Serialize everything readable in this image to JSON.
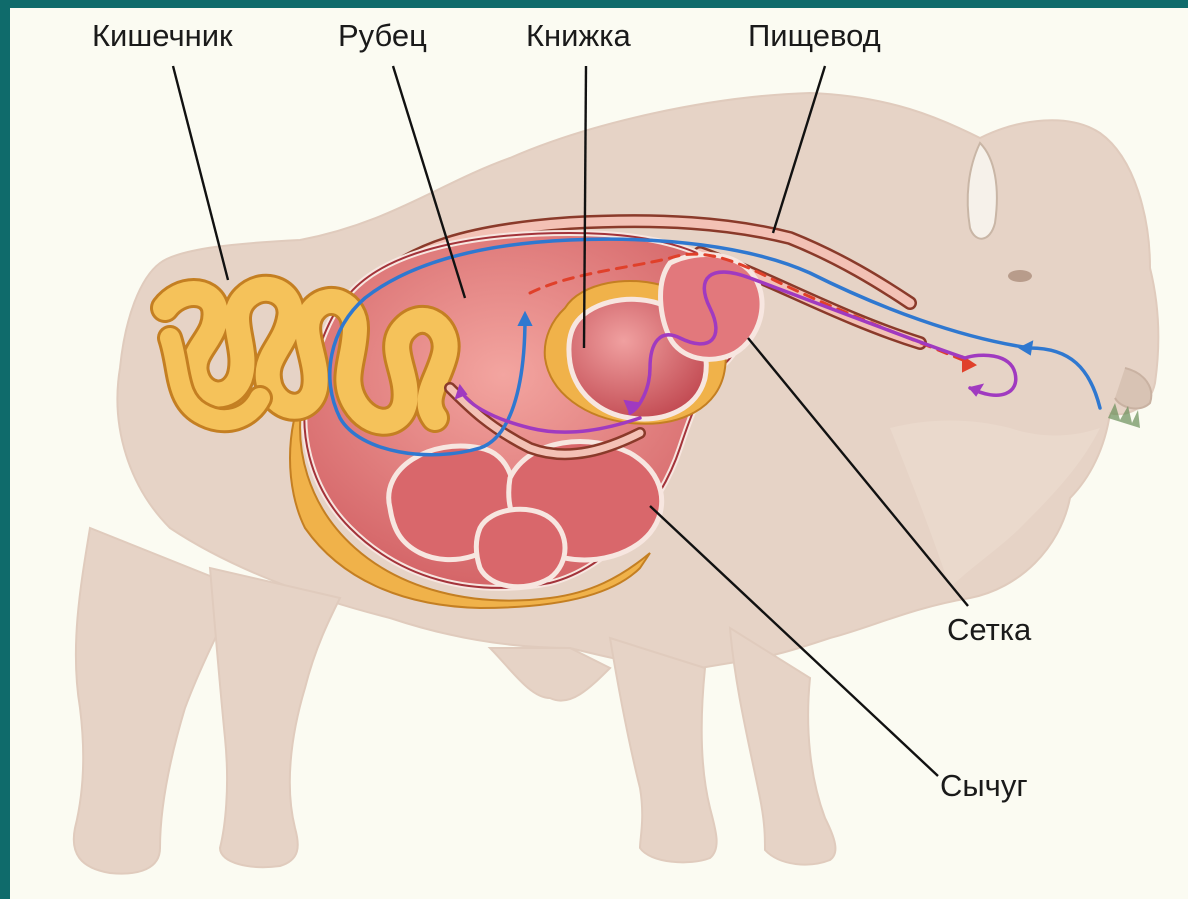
{
  "labels": {
    "intestine": "Кишечник",
    "rumen": "Рубец",
    "omasum": "Книжка",
    "esophagus": "Пищевод",
    "reticulum": "Сетка",
    "abomasum": "Сычуг"
  },
  "colors": {
    "frame": "#0f6b6b",
    "background": "#fbfbf2",
    "body": "#e8d5c8",
    "stomach": "#dc6b6b",
    "intestine": "#f2b84b",
    "flow_blue": "#2f78d0",
    "flow_purple": "#a03ac0",
    "flow_red": "#e0402a"
  }
}
